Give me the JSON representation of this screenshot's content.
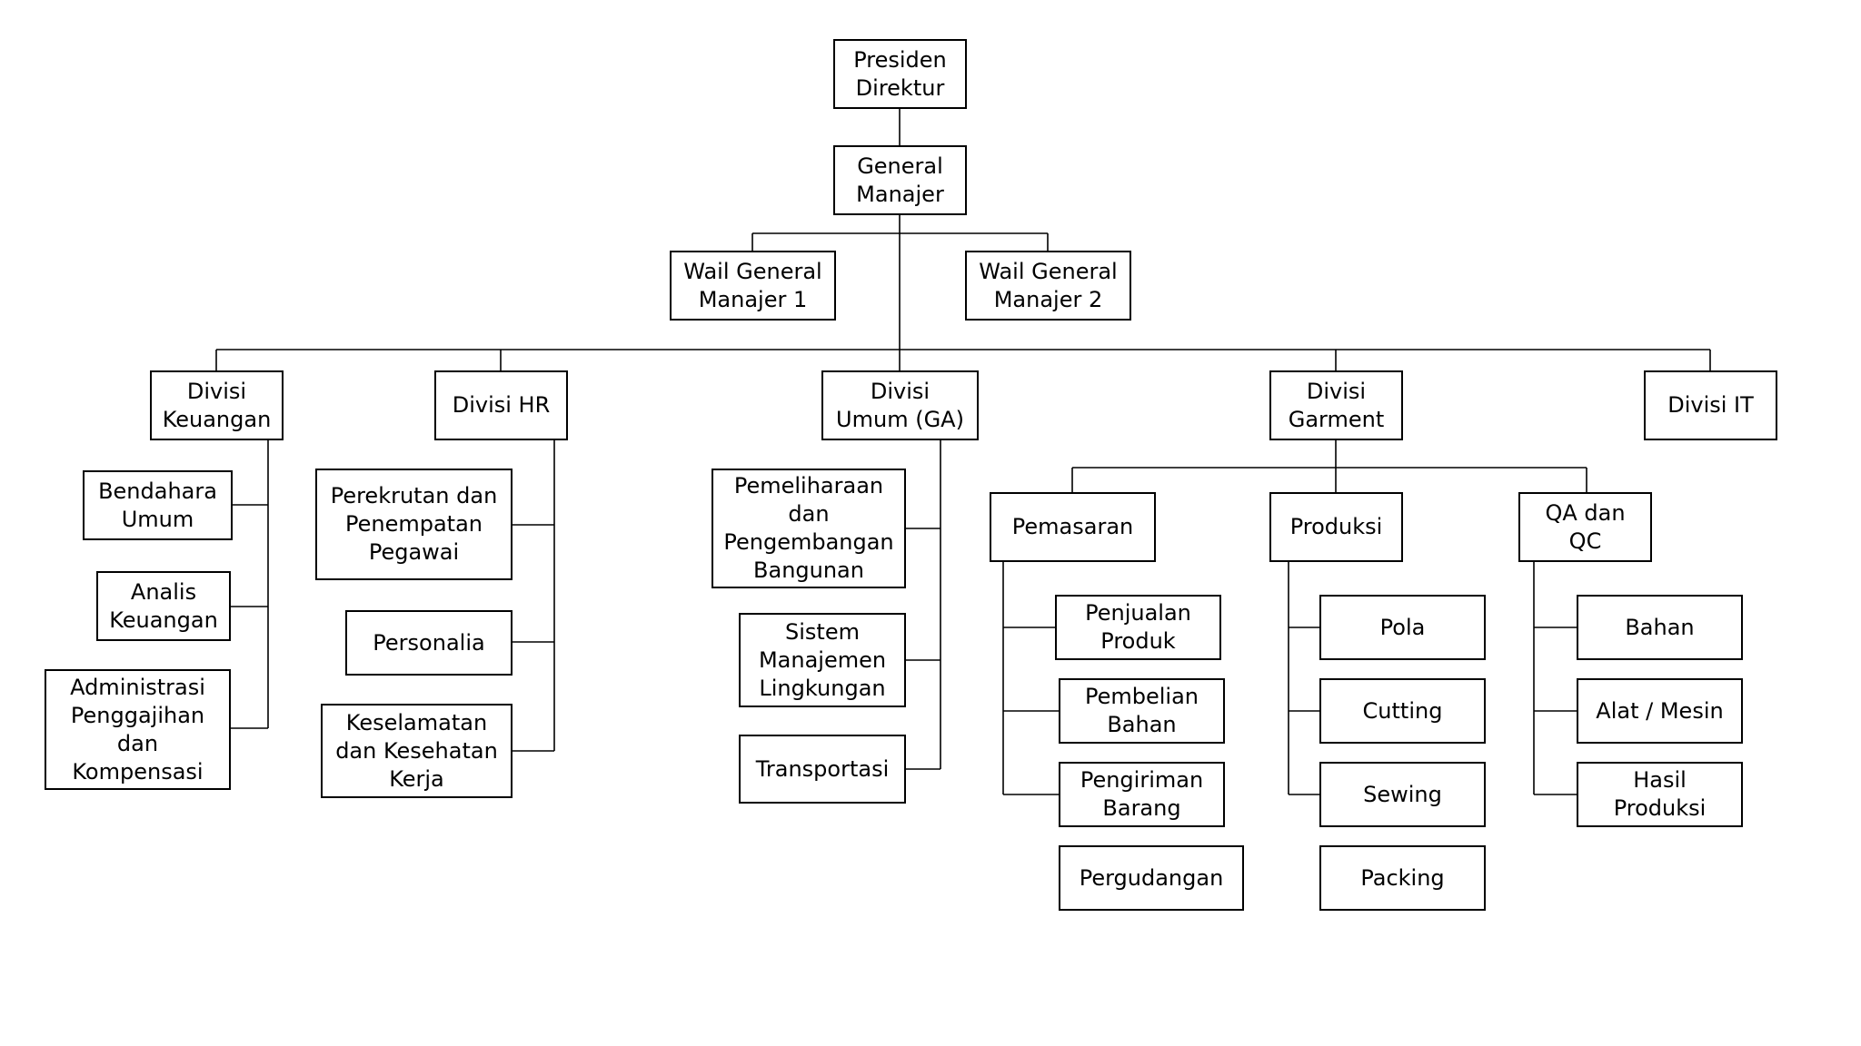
{
  "colors": {
    "line": "#000000",
    "border": "#000000",
    "background": "#ffffff",
    "text": "#000000"
  },
  "nodes": {
    "presiden": "Presiden\nDirektur",
    "gm": "General\nManajer",
    "wgm1": "Wail General\nManajer 1",
    "wgm2": "Wail General\nManajer 2",
    "keuangan": "Divisi\nKeuangan",
    "hr": "Divisi HR",
    "umum": "Divisi\nUmum (GA)",
    "garment": "Divisi\nGarment",
    "it": "Divisi IT",
    "bendahara": "Bendahara\nUmum",
    "analis": "Analis\nKeuangan",
    "administrasi": "Administrasi\nPenggajihan\ndan\nKompensasi",
    "perekrutan": "Perekrutan dan\nPenempatan\nPegawai",
    "personalia": "Personalia",
    "keselamatan": "Keselamatan\ndan Kesehatan\nKerja",
    "pemeliharaan": "Pemeliharaan\ndan\nPengembangan\nBangunan",
    "sistem": "Sistem\nManajemen\nLingkungan",
    "transportasi": "Transportasi",
    "pemasaran": "Pemasaran",
    "produksi": "Produksi",
    "qa": "QA dan\nQC",
    "penjualan": "Penjualan\nProduk",
    "pembelian": "Pembelian\nBahan",
    "pengiriman": "Pengiriman\nBarang",
    "pergudangan": "Pergudangan",
    "pola": "Pola",
    "cutting": "Cutting",
    "sewing": "Sewing",
    "packing": "Packing",
    "bahan": "Bahan",
    "alat": "Alat / Mesin",
    "hasil": "Hasil\nProduksi"
  }
}
